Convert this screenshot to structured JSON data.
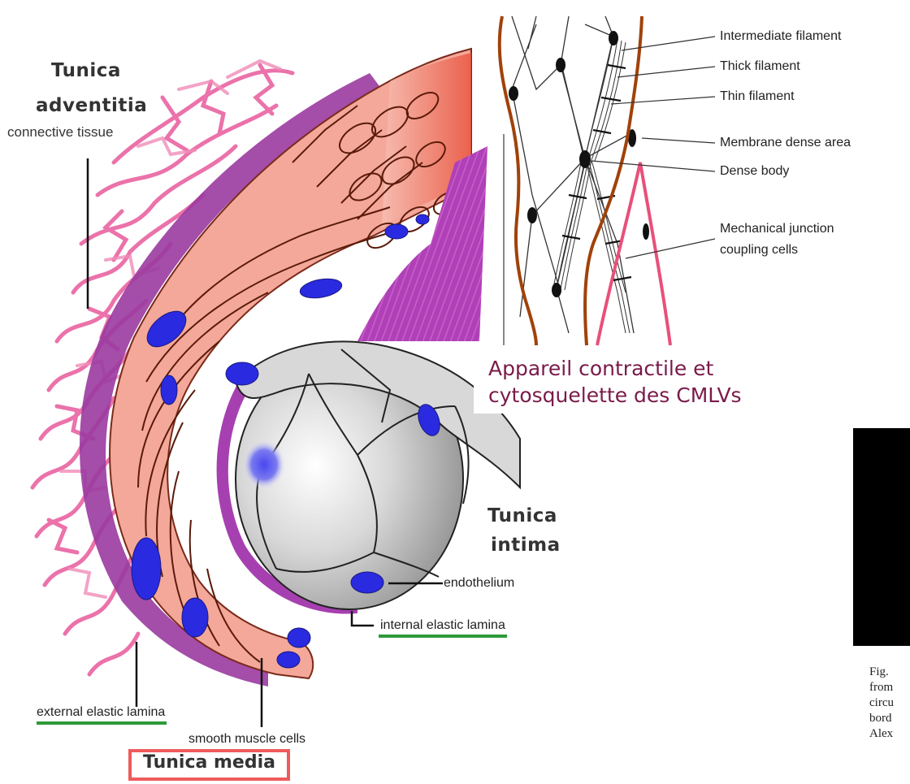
{
  "vessel": {
    "adventitia_title_1": "Tunica",
    "adventitia_title_2": "adventitia",
    "adventitia_subtitle": "connective tissue",
    "intima_title_1": "Tunica",
    "intima_title_2": "intima",
    "endothelium": "endothelium",
    "internal_elastic_lamina": "internal elastic lamina",
    "external_elastic_lamina": "external elastic lamina",
    "smooth_muscle_cells": "smooth muscle cells",
    "media_title": "Tunica media"
  },
  "cytoskeleton": {
    "labels": [
      "Intermediate filament",
      "Thick filament",
      "Thin filament",
      "Membrane dense area",
      "Dense body",
      "Mechanical junction",
      "coupling cells"
    ],
    "caption": "Appareil contractile et cytosquelette des CMLVs"
  },
  "figure_fragment": {
    "lines": [
      "Fig.",
      "from",
      "circu",
      "bord",
      "Alex"
    ]
  },
  "colors": {
    "membrane_brown": "#a0420a",
    "membrane_pink": "#e8507a",
    "caption_text": "#7a1a4a",
    "underline_green": "#2e9a3a",
    "box_red": "#ef5b5b",
    "nucleus_blue": "#2a2ae0",
    "media_salmon": "#f4a89a"
  }
}
